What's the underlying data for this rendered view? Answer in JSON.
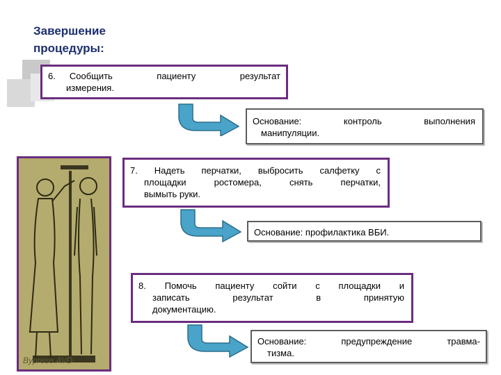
{
  "title": "Завершение процедуры:",
  "steps": [
    {
      "num": "6.",
      "text_line1": "Сообщить пациенту результат",
      "text_line2": "измерения."
    },
    {
      "text_line1": "7. Надеть перчатки, выбросить салфетку с",
      "text_line2": "площадки ростомера, снять перчатки,",
      "text_line3": "вымыть руки."
    },
    {
      "text_line1": "8. Помочь пациенту сойти с площадки и",
      "text_line2": "записать результат в принятую",
      "text_line3": "документацию."
    }
  ],
  "bases": [
    {
      "line1": "Основание: контроль выполнения",
      "line2": "манипуляции."
    },
    {
      "line1": "Основание: профилактика ВБИ."
    },
    {
      "line1": "Основание: предупреждение травма-",
      "line2": "тизма."
    }
  ],
  "photo": {
    "watermark": "Byprese.AVD"
  },
  "colors": {
    "step_border": "#6a2d7f",
    "arrow_fill": "#4aa3c8",
    "title": "#1c2f6e"
  }
}
